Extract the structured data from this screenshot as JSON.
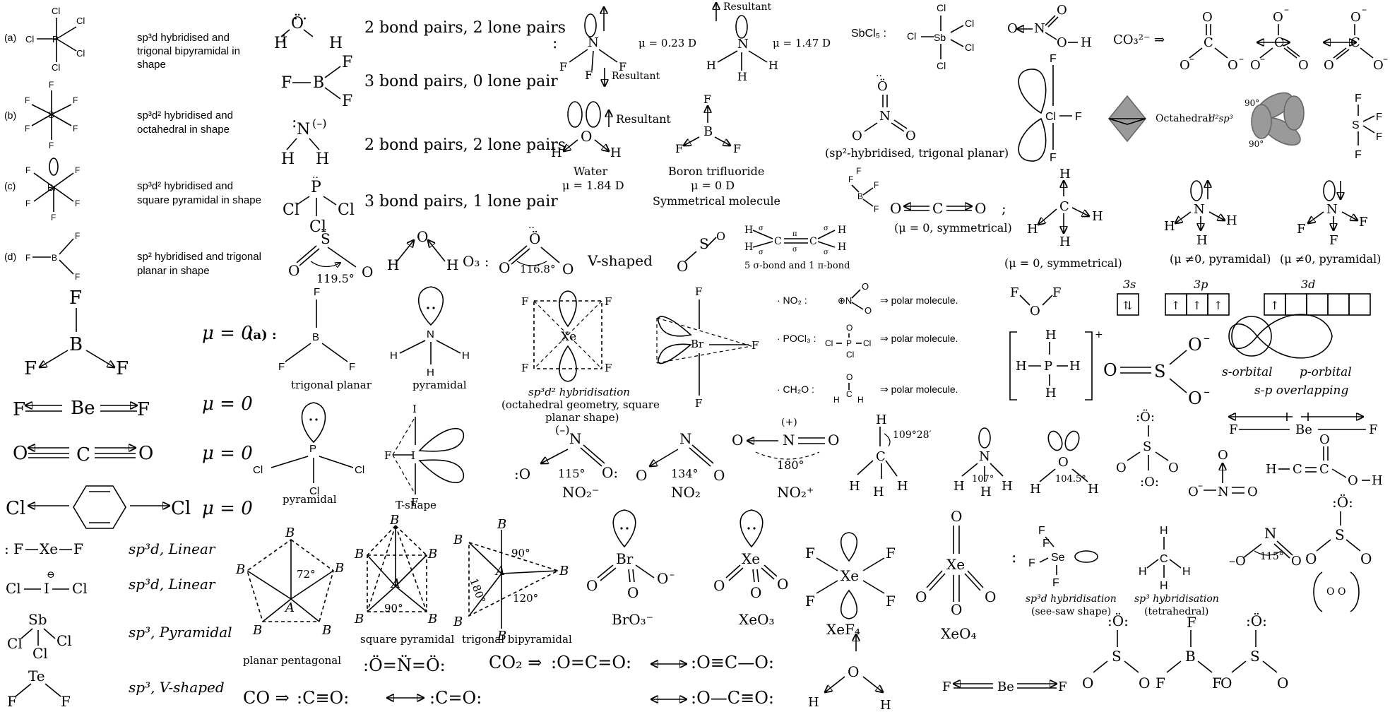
{
  "hybrid_list": [
    {
      "label": "(a)",
      "text1": "sp³d hybridised and",
      "text2": "trigonal bipyramidal in",
      "text3": "shape"
    },
    {
      "label": "(b)",
      "text1": "sp³d² hybridised and",
      "text2": "octahedral in shape",
      "text3": ""
    },
    {
      "label": "(c)",
      "text1": "sp³d² hybridised and",
      "text2": "square pyramidal in shape",
      "text3": ""
    },
    {
      "label": "(d)",
      "text1": "sp² hybridised and trigonal",
      "text2": "planar in shape",
      "text3": ""
    }
  ],
  "bond_pairs": [
    "2 bond pairs, 2 lone pairs",
    "3 bond pairs, 0 lone pair",
    "2 bond pairs, 2 lone pairs",
    "3 bond pairs, 1 lone pair"
  ],
  "dipoles": {
    "nf3_mu": "μ = 0.23 D",
    "nh3_mu": "μ = 1.47 D",
    "resultant": "Resultant",
    "water_name": "Water",
    "water_mu": "μ = 1.84 D",
    "bf3_name": "Boron trifluoride",
    "bf3_mu": "μ = 0 D",
    "bf3_note": "Symmetrical molecule",
    "sbcl5": "SbCl₅ :",
    "no3_caption": "(sp²-hybridised, trigonal planar)",
    "co2_note": "(μ = 0, symmetrical)",
    "ch4_note": "(μ = 0, symmetrical)",
    "nh3_note": "(μ ≠0, pyramidal)",
    "nf3_note": "(μ ≠0, pyramidal)",
    "co3": "CO₃²⁻ ⇒",
    "octahedral": "Octahedral",
    "d2sp3": "d²sp³",
    "deg90": "90°"
  },
  "angles": {
    "so2_angle": "119.5°",
    "o3_label": "O₃ :",
    "o3_angle": "116.8°",
    "vshaped": "V-shaped",
    "sigma_note": "5 σ-bond and 1 π-bond"
  },
  "mu_zero": "μ = 0",
  "mu_a": "(a) :",
  "shapes": {
    "trigonal_planar": "trigonal planar",
    "pyramidal": "pyramidal",
    "xe_hyb": "sp³d² hybridisation",
    "xe_geom": "(octahedral geometry, square",
    "xe_geom2": "planar shape)",
    "pyramidal2": "pyramidal",
    "tshape": "T-shape"
  },
  "polar": [
    {
      "formula": "· NO₂ :",
      "result": "⇒ polar molecule."
    },
    {
      "formula": "· POCl₃ :",
      "result": "⇒ polar molecule."
    },
    {
      "formula": "· CH₂O :",
      "result": "⇒ polar molecule."
    }
  ],
  "orbitals": {
    "s3": "3s",
    "p3": "3p",
    "d3": "3d",
    "s_orb": "s-orbital",
    "p_orb": "p-orbital",
    "overlap": "s-p overlapping"
  },
  "nitrite": {
    "no2m": "NO₂⁻",
    "no2": "NO₂",
    "no2p": "NO₂⁺",
    "a115": "115°",
    "a134": "134°",
    "a180": "180°"
  },
  "bond_angles": {
    "ch4": "109°28′",
    "nh3": "107°",
    "h2o": "104.5°",
    "no2_115": "115°"
  },
  "left_list": [
    {
      "mol": "F—Xe—F",
      "desc": "sp³d, Linear"
    },
    {
      "mol": "Cl—I—Cl",
      "desc": "sp³d, Linear"
    },
    {
      "mol": "Sb",
      "desc": "sp³, Pyramidal"
    },
    {
      "mol": "Te",
      "desc": "sp³, V-shaped"
    }
  ],
  "geometry_captions": {
    "pentagonal": "planar pentagonal",
    "sqpyr": "square pyramidal",
    "tbp": "trigonal bipyramidal",
    "a72": "72°",
    "a90": "90°",
    "a120": "120°",
    "a180": "180°"
  },
  "oxides": {
    "bro3": "BrO₃⁻",
    "xeo3": "XeO₃",
    "xef4": "XeF₄",
    "xeo4": "XeO₄"
  },
  "sef4": {
    "hyb": "sp³d hybridisation",
    "shape": "(see-saw shape)"
  },
  "ch4b": {
    "hyb": "sp³ hybridisation",
    "shape": "(tetrahedral)"
  },
  "bottom": {
    "co2_res": "CO₂ ⇒",
    "co_res": "CO ⇒",
    "becl": "Be"
  }
}
